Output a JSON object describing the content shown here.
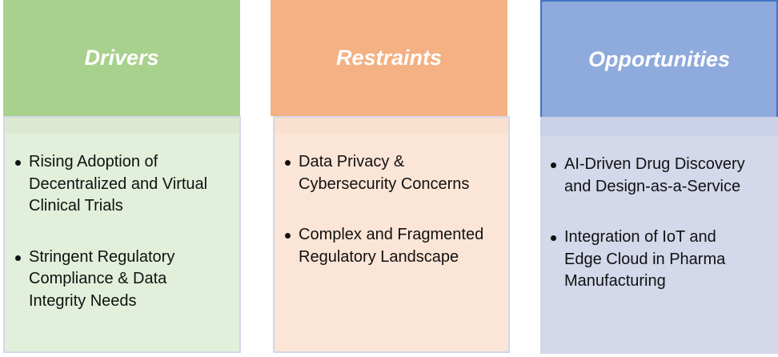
{
  "columns": [
    {
      "title": "Drivers",
      "header_color": "#a9d18e",
      "body_color": "#e2efda",
      "band_color": "#dce9d0",
      "items": [
        "Rising Adoption of Decentralized and Virtual Clinical Trials",
        "Stringent Regulatory Compliance & Data Integrity Needs"
      ]
    },
    {
      "title": "Restraints",
      "header_color": "#f4b183",
      "body_color": "#fbe5d6",
      "band_color": "#f9e0cf",
      "items": [
        "Data Privacy & Cybersecurity Concerns",
        "Complex and Fragmented Regulatory Landscape"
      ]
    },
    {
      "title": "Opportunities",
      "header_color": "#8faadc",
      "body_color": "#d3d8ea",
      "band_color": "#cad1e8",
      "items": [
        "AI-Driven Drug Discovery and Design-as-a-Service",
        "Integration of IoT and Edge Cloud in Pharma Manufacturing"
      ]
    }
  ]
}
